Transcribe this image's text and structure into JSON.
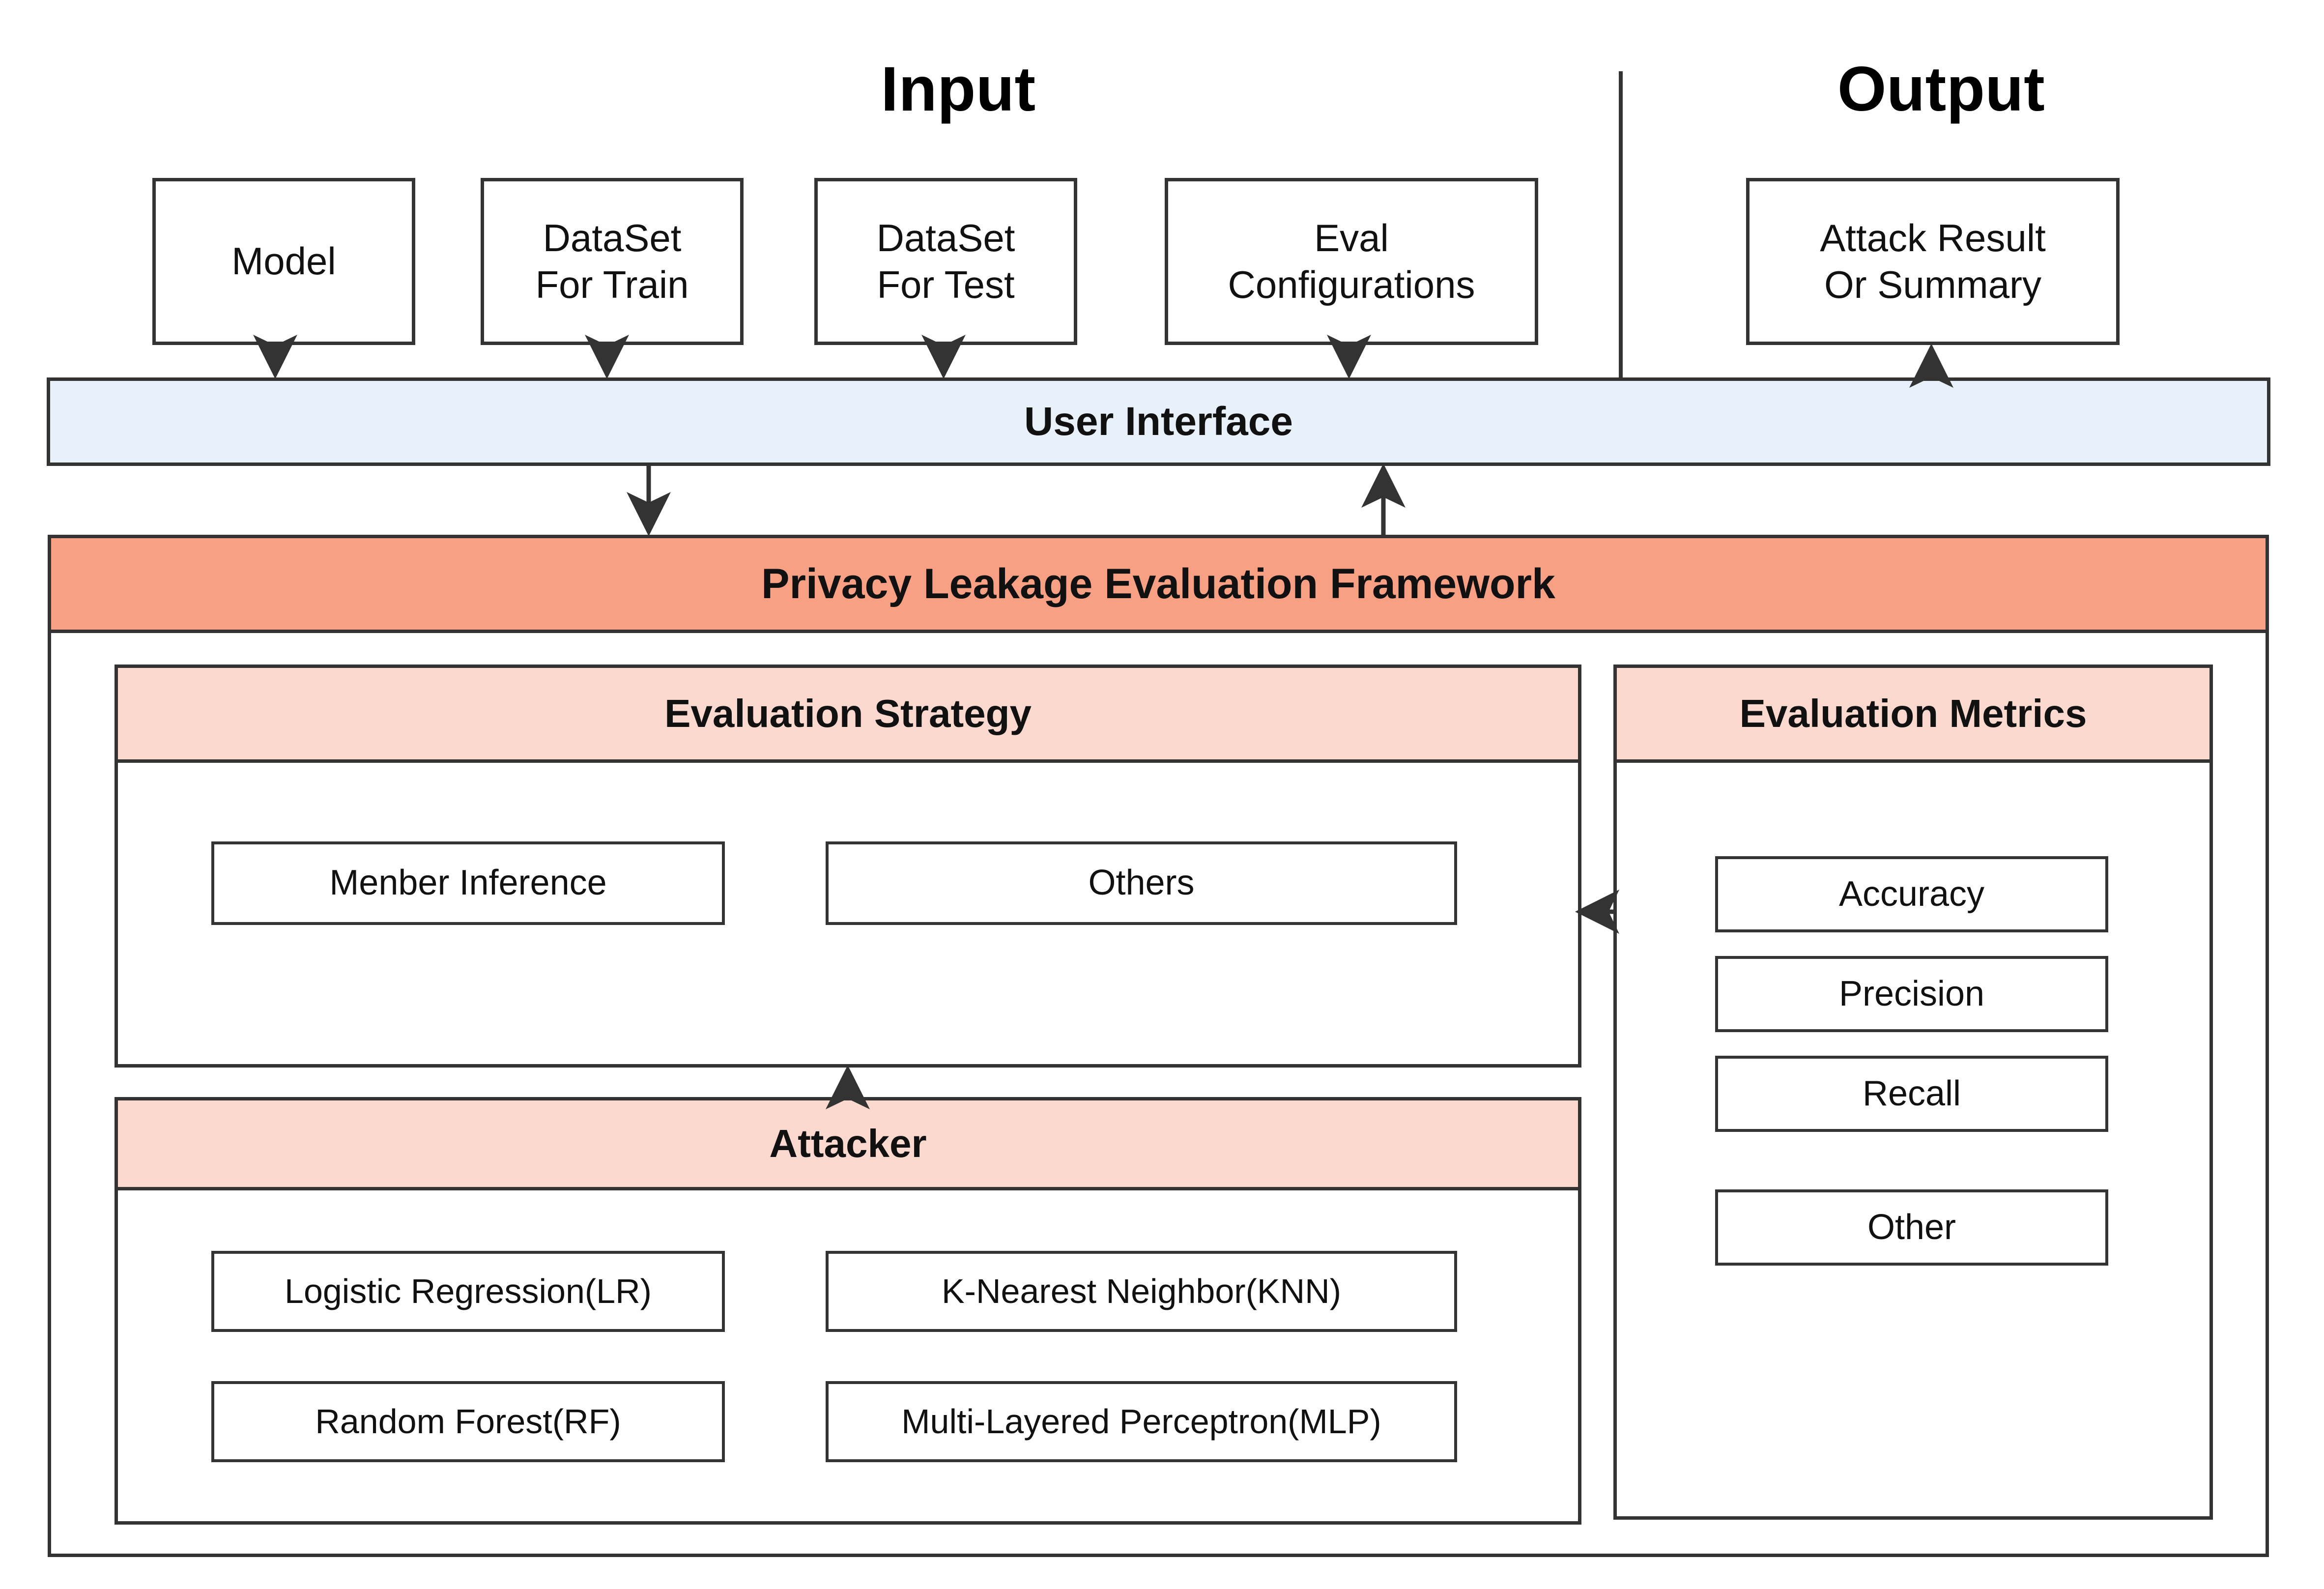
{
  "sections": {
    "input_caption": "Input",
    "output_caption": "Output"
  },
  "input_boxes": [
    {
      "id": "model",
      "label": "Model"
    },
    {
      "id": "dataset-train",
      "label": "DataSet\nFor Train"
    },
    {
      "id": "dataset-test",
      "label": "DataSet\nFor Test"
    },
    {
      "id": "eval-config",
      "label": "Eval\nConfigurations"
    }
  ],
  "output_boxes": [
    {
      "id": "attack-result",
      "label": "Attack Result\nOr Summary"
    }
  ],
  "user_interface": {
    "label": "User Interface"
  },
  "framework": {
    "title": "Privacy Leakage Evaluation Framework"
  },
  "evaluation_strategy": {
    "title": "Evaluation Strategy",
    "items": [
      {
        "id": "member-inference",
        "label": "Menber Inference"
      },
      {
        "id": "others",
        "label": "Others"
      }
    ]
  },
  "attacker": {
    "title": "Attacker",
    "items": [
      {
        "id": "lr",
        "label": "Logistic Regression(LR)"
      },
      {
        "id": "knn",
        "label": "K-Nearest Neighbor(KNN)"
      },
      {
        "id": "rf",
        "label": "Random Forest(RF)"
      },
      {
        "id": "mlp",
        "label": "Multi-Layered Perceptron(MLP)"
      }
    ]
  },
  "evaluation_metrics": {
    "title": "Evaluation Metrics",
    "items": [
      {
        "id": "accuracy",
        "label": "Accuracy"
      },
      {
        "id": "precision",
        "label": "Precision"
      },
      {
        "id": "recall",
        "label": "Recall"
      },
      {
        "id": "other",
        "label": "Other"
      }
    ]
  },
  "colors": {
    "stroke": "#333333",
    "user_interface_fill": "#e8f0fa",
    "framework_fill": "#f8a083",
    "panel_header_fill": "#fbd9cf",
    "page_background": "#ffffff",
    "text": "#111111"
  }
}
